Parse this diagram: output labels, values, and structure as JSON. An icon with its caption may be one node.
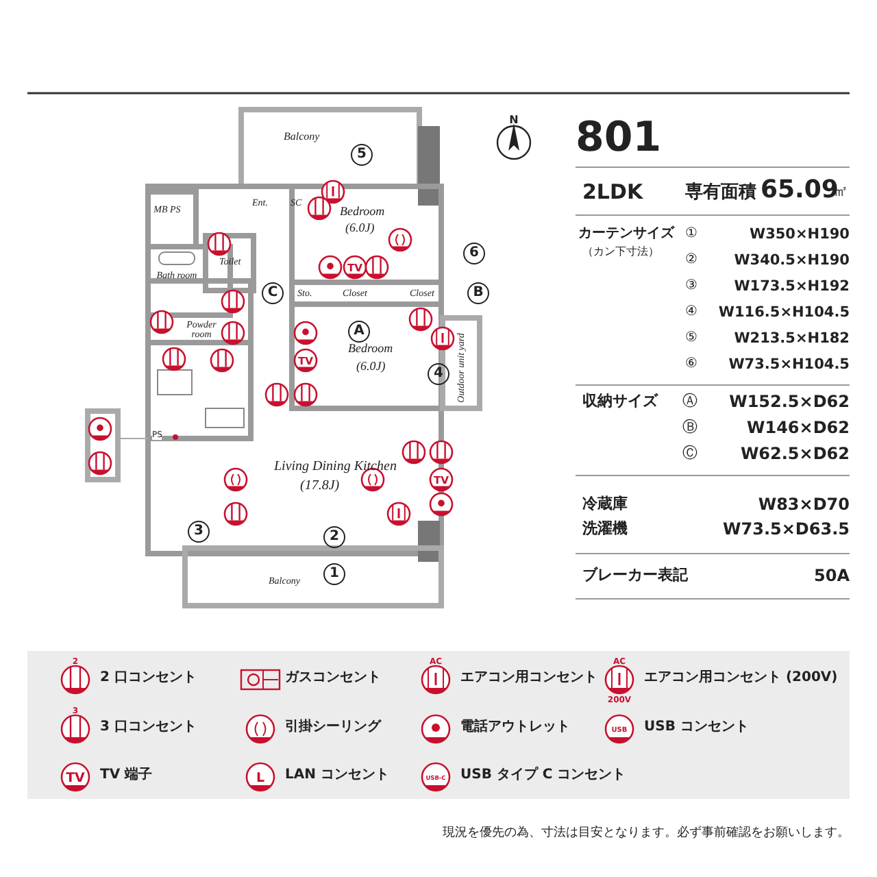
{
  "diagram": {
    "labels": [
      "801",
      "2LDK",
      "専有面積",
      "65.09",
      "㎡",
      "カーテンサイズ",
      "（カン下寸法）",
      "①",
      "W350×H190",
      "②",
      "W340.5×H190",
      "③",
      "W173.5×H192",
      "④",
      "W116.5×H104.5",
      "⑤",
      "W213.5×H182",
      "⑥",
      "W73.5×H104.5",
      "収納サイズ",
      "Ⓐ",
      "W152.5×D62",
      "Ⓑ",
      "W146×D62",
      "Ⓒ",
      "W62.5×D62",
      "冷蔵庫",
      "W83×D70",
      "洗濯機",
      "W73.5×D63.5",
      "ブレーカー表記",
      "50A",
      "N",
      "Balcony",
      "5",
      "MB PS",
      "Ent.",
      "SC",
      "Bedroom",
      "(6.0J)",
      "6",
      "Toilet",
      "Bath room",
      "C",
      "Sto.",
      "Closet",
      "Closet",
      "B",
      "Powder room",
      "A",
      "Bedroom",
      "(6.0J)",
      "4",
      "Outdoor unit yard",
      "PS",
      "Living Dining Kitchen",
      "(17.8J)",
      "2",
      "3",
      "1",
      "Balcony",
      "2",
      "3",
      "AC",
      "AC",
      "200V",
      "現況を優先の為、寸法は目安となります。必ず事前確認をお願いします。",
      "TV",
      "L",
      "USB",
      "USB-C",
      "TV",
      "TV",
      "TV"
    ],
    "legend": [
      {
        "text": "2 口コンセント"
      },
      {
        "text": "ガスコンセント"
      },
      {
        "text": "エアコン用コンセント"
      },
      {
        "text": "エアコン用コンセント (200V)"
      },
      {
        "text": "3 口コンセント"
      },
      {
        "text": "引掛シーリング"
      },
      {
        "text": "電話アウトレット"
      },
      {
        "text": "USB コンセント"
      },
      {
        "text": "TV 端子"
      },
      {
        "text": "LAN コンセント"
      },
      {
        "text": "USB タイプ C コンセント"
      }
    ]
  }
}
